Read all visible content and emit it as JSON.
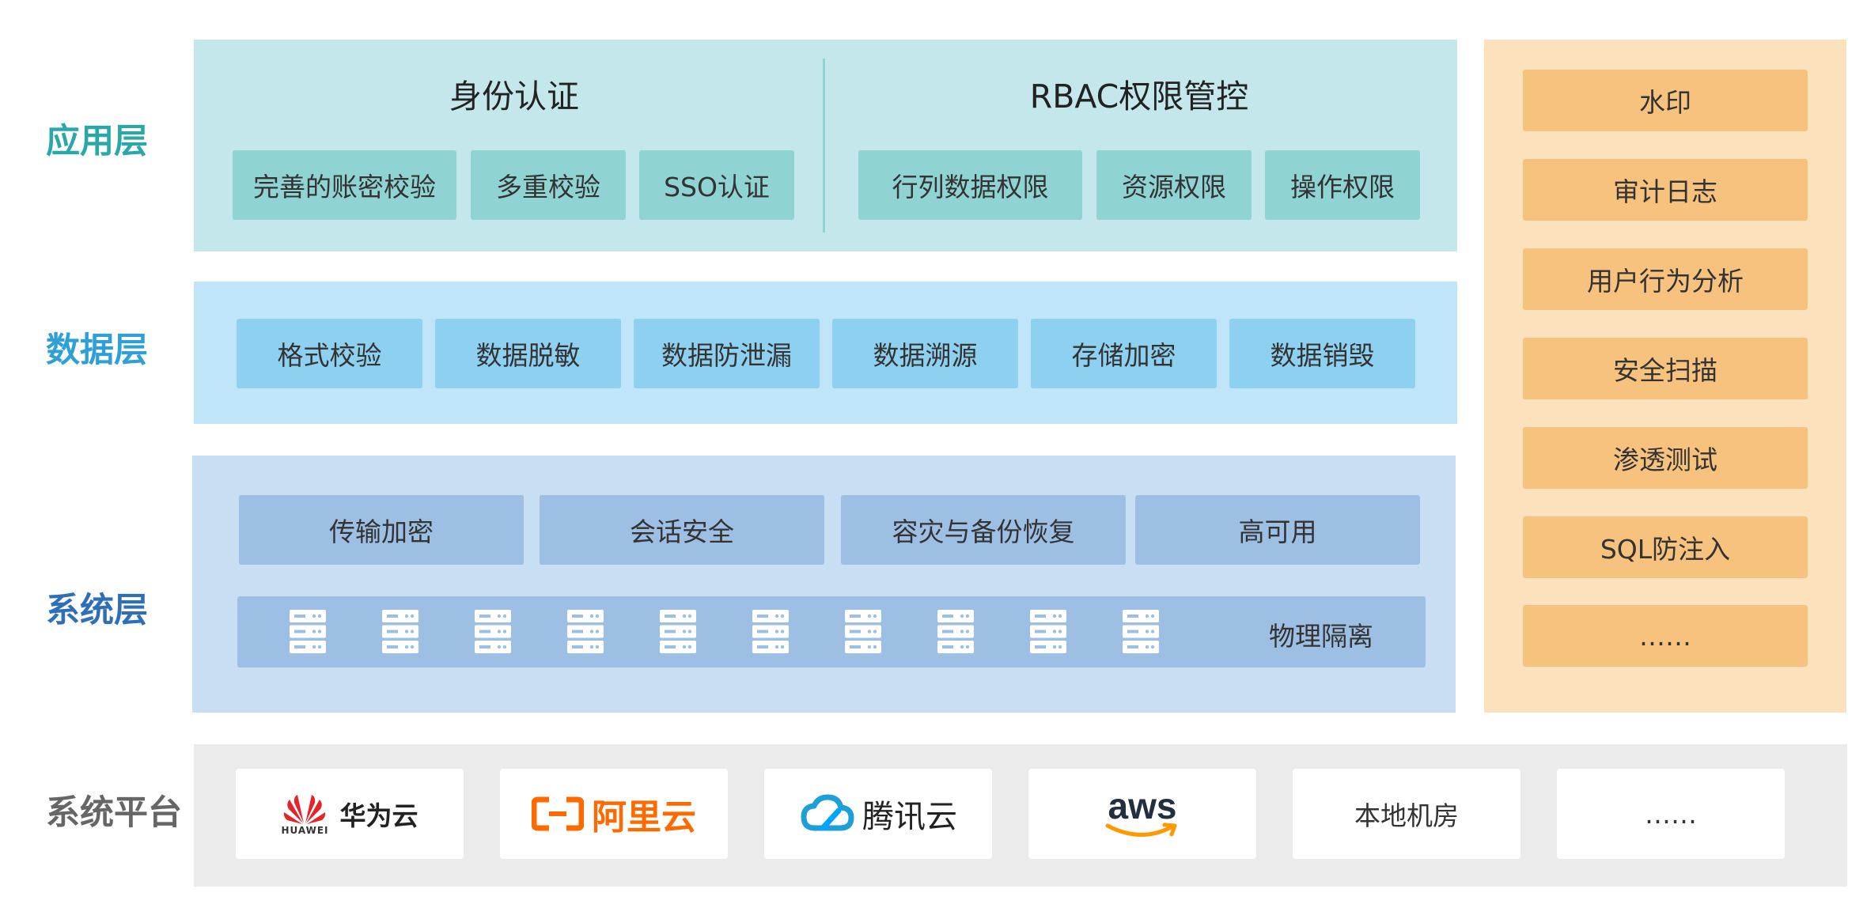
{
  "layers": {
    "app": "应用层",
    "data": "数据层",
    "system": "系统层",
    "platform": "系统平台"
  },
  "app_layer": {
    "identity": {
      "title": "身份认证",
      "items": [
        "完善的账密校验",
        "多重校验",
        "SSO认证"
      ]
    },
    "rbac": {
      "title": "RBAC权限管控",
      "items": [
        "行列数据权限",
        "资源权限",
        "操作权限"
      ]
    }
  },
  "data_layer": {
    "items": [
      "格式校验",
      "数据脱敏",
      "数据防泄漏",
      "数据溯源",
      "存储加密",
      "数据销毁"
    ]
  },
  "system_layer": {
    "items": [
      "传输加密",
      "会话安全",
      "容灾与备份恢复",
      "高可用"
    ],
    "isolation_label": "物理隔离",
    "server_icon_count": 10
  },
  "side_panel": {
    "items": [
      "水印",
      "审计日志",
      "用户行为分析",
      "安全扫描",
      "渗透测试",
      "SQL防注入",
      "……"
    ]
  },
  "platforms": {
    "huawei_small": "HUAWEI",
    "huawei": "华为云",
    "aliyun": "阿里云",
    "tencent": "腾讯云",
    "aws": "aws",
    "local": "本地机房",
    "more": "……"
  },
  "colors": {
    "app_label": "#2aa8a8",
    "data_label": "#2f9fd8",
    "system_label": "#2f6fb8",
    "platform_label": "#666666",
    "app_bg": "#c3e7eb",
    "data_bg": "#c0e5f8",
    "system_bg": "#c8def3",
    "side_bg": "#fbe2bd",
    "platform_bg": "#ebebeb",
    "aliyun_orange": "#ff6a00",
    "tencent_blue": "#1e9fd8",
    "aws_orange": "#ff9900",
    "huawei_red": "#e3242b"
  }
}
